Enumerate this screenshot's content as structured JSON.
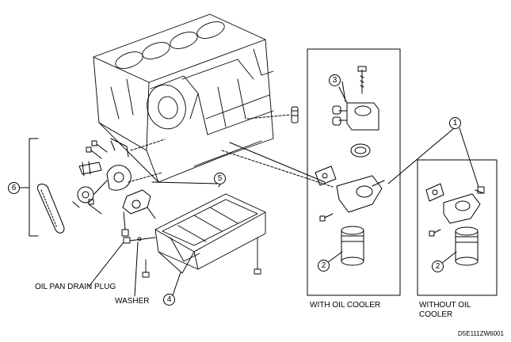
{
  "callouts": {
    "c1": "1",
    "c2a": "2",
    "c2b": "2",
    "c3": "3",
    "c4": "4",
    "c5": "5",
    "c6": "6"
  },
  "labels": {
    "drain_plug": "OIL PAN DRAIN PLUG",
    "washer": "WASHER",
    "with_cooler": "WITH OIL COOLER",
    "without_cooler_line1": "WITHOUT OIL",
    "without_cooler_line2": "COOLER",
    "figure_code": "D5E111ZW6001"
  },
  "colors": {
    "line": "#000000",
    "background": "#ffffff"
  }
}
